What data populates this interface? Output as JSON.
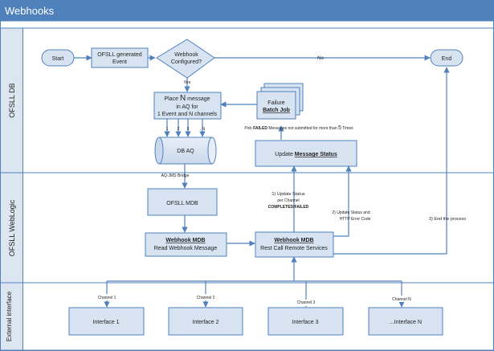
{
  "title": "Webhooks",
  "lanes": [
    {
      "label": "OFSLL DB"
    },
    {
      "label": "OFSLL WebLogic"
    },
    {
      "label": "External interface"
    }
  ],
  "nodes": {
    "start": "Start",
    "generated": [
      "OFSLL generated",
      "Event"
    ],
    "configured": [
      "Webhook",
      "Configured?"
    ],
    "end": "End",
    "place_pre": "Place ",
    "place_n": "N",
    "place_post": " message",
    "place_line2": "in AQ for",
    "place_line3": "1 Event and N channels",
    "batch_line1": "Failure",
    "batch_line2": "Batch Job",
    "dbaq": "DB AQ",
    "update_pre": "Update ",
    "update_link": "Message Status",
    "mdb": "OFSLL MDB",
    "wh_mdb_title": "Webhook MDB",
    "wh_mdb_sub": "Read Webhook Message",
    "rest_title": "Webhook MDB",
    "rest_sub": "Rest Call Remote Services",
    "interfaces": [
      "Interface 1",
      "Interface 2",
      "Interface 3",
      "...Interface N"
    ]
  },
  "edge_labels": {
    "no": "No",
    "yes": "Yes",
    "channels": [
      "1",
      "2",
      "3",
      "..N"
    ],
    "pick_pre": "Pick ",
    "pick_bold": "FAILED",
    "pick_mid": " Messages not submitted for more than ",
    "pick_num": "5",
    "pick_post": " Times",
    "bridge": "AQ-JMS Bridge",
    "update1": [
      "1) Update Status",
      "per Channel",
      "COMPLETED/FAILED"
    ],
    "update2": [
      "2) Update Status and",
      "HTTP Error Code"
    ],
    "update3": "3) End the process",
    "channel_names": [
      "Channel 1",
      "Channel 2",
      "Channel 3",
      "Channel N"
    ]
  },
  "colors": {
    "border": "#4f81bd",
    "box_fill": "#d7e3f1",
    "lane_fill": "#dce6f1",
    "title_bg": "#4f81bd",
    "title_text": "#ffffff"
  }
}
